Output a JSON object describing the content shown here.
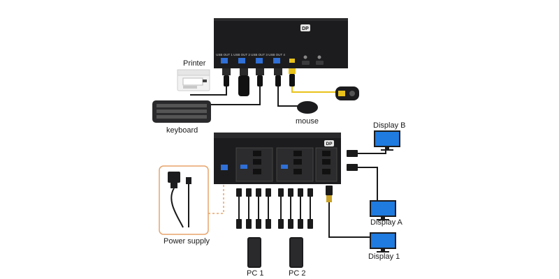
{
  "labels": {
    "printer": "Printer",
    "keyboard": "keyboard",
    "mouse": "mouse",
    "display_b": "Display B",
    "display_a": "Display A",
    "display_1": "Display 1",
    "power_supply": "Power supply",
    "pc1": "PC 1",
    "pc2": "PC 2"
  },
  "device_badges": {
    "top_logo": "DP",
    "bottom_logo": "DP"
  },
  "top_ports": [
    "USB OUT 1",
    "USB OUT 2",
    "USB OUT 3",
    "USB OUT 4"
  ],
  "colors": {
    "device_body": "#1c1c1e",
    "cable": "#1a1a1a",
    "power_outline": "#e8a36a",
    "monitor_blue": "#1f7be0",
    "usb_blue": "#2f6fd6",
    "yellow_plug": "#e8c21a"
  }
}
